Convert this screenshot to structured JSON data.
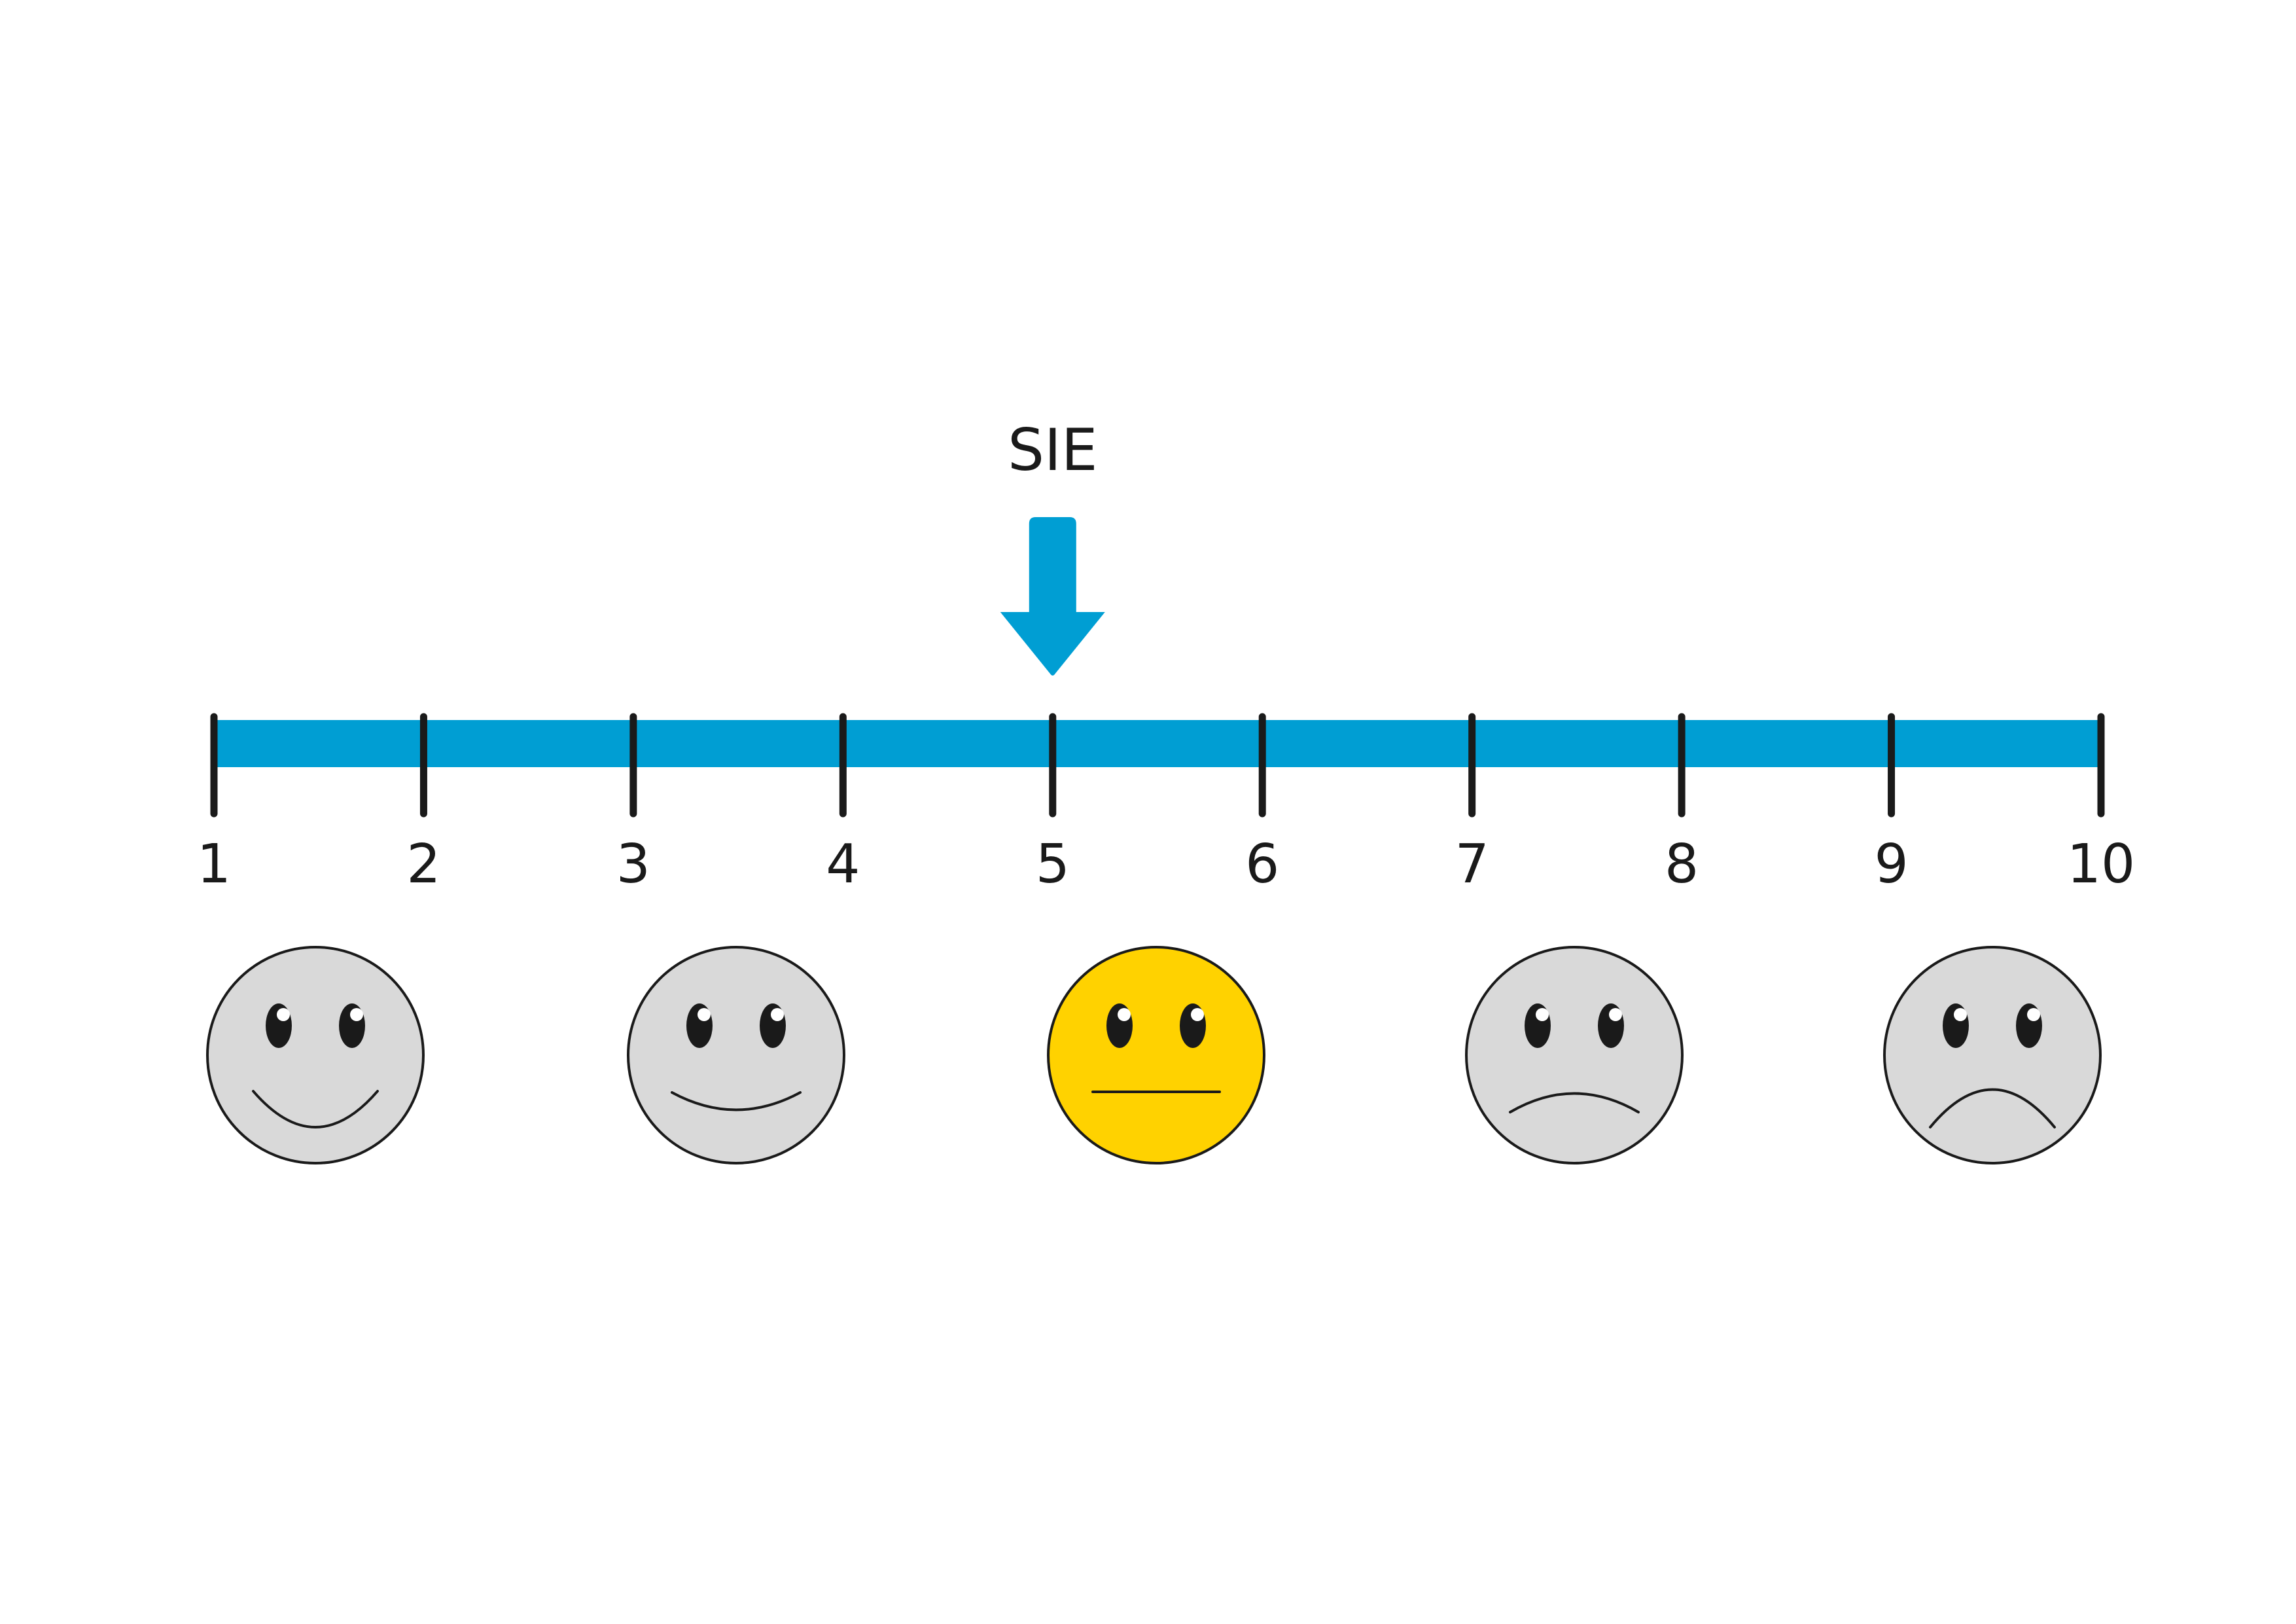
{
  "scale": {
    "min": 1,
    "max": 10,
    "labels": [
      "1",
      "2",
      "3",
      "4",
      "5",
      "6",
      "7",
      "8",
      "9",
      "10"
    ],
    "bar_color": "#009ed3",
    "tick_color": "#1a1a1a"
  },
  "marker": {
    "label": "SIE",
    "value": 5,
    "icon": "arrow-down-icon",
    "color": "#009ed3"
  },
  "faces": [
    {
      "mood": "very-happy",
      "icon": "very-happy-face-icon",
      "color": "#d9d9d9",
      "selected": false
    },
    {
      "mood": "happy",
      "icon": "happy-face-icon",
      "color": "#d9d9d9",
      "selected": false
    },
    {
      "mood": "neutral",
      "icon": "neutral-face-icon",
      "color": "#ffd200",
      "selected": true
    },
    {
      "mood": "sad",
      "icon": "sad-face-icon",
      "color": "#d9d9d9",
      "selected": false
    },
    {
      "mood": "very-sad",
      "icon": "very-sad-face-icon",
      "color": "#d9d9d9",
      "selected": false
    }
  ]
}
